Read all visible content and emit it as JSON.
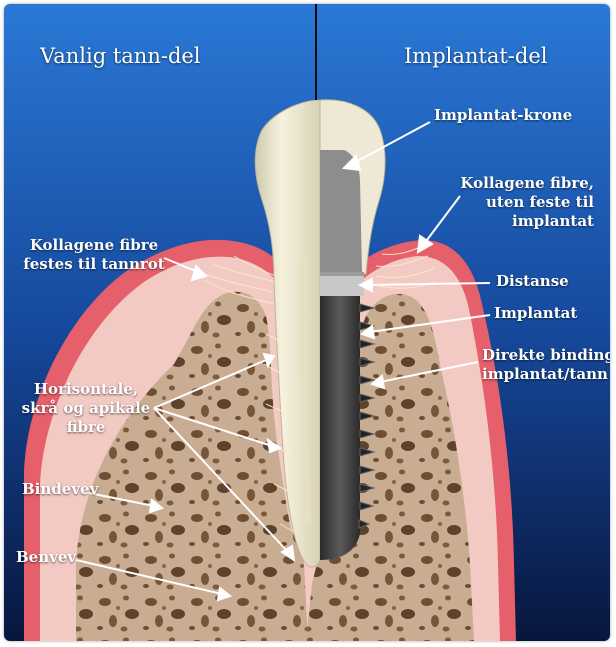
{
  "headers": {
    "left": "Vanlig tann-del",
    "right": "Implantat-del"
  },
  "labels": {
    "implant_crown": "Implantat-krone",
    "collagen_no_attach": "Kollagene fibre,\nuten feste til\nimplantat",
    "collagen_root": "Kollagene fibre\nfestes til tannrot",
    "abutment": "Distanse",
    "implant": "Implantat",
    "direct_bond": "Direkte binding\nimplantat/tann",
    "fibres": "Horisontale,\nskrå og apikale\nfibre",
    "connective": "Bindevev",
    "bone": "Benvev"
  },
  "colors": {
    "background_top": "#1f66c6",
    "background_bottom": "#0a1a46",
    "gum_outer": "#e7636a",
    "gum_inner": "#f2c8c4",
    "bone": "#c3a78c",
    "bone_holes": "#6c4c32",
    "tooth": "#ede8d0",
    "implant": "#3f3f3f",
    "crown_core": "#8e8e8e",
    "arrow": "#ffffff"
  }
}
